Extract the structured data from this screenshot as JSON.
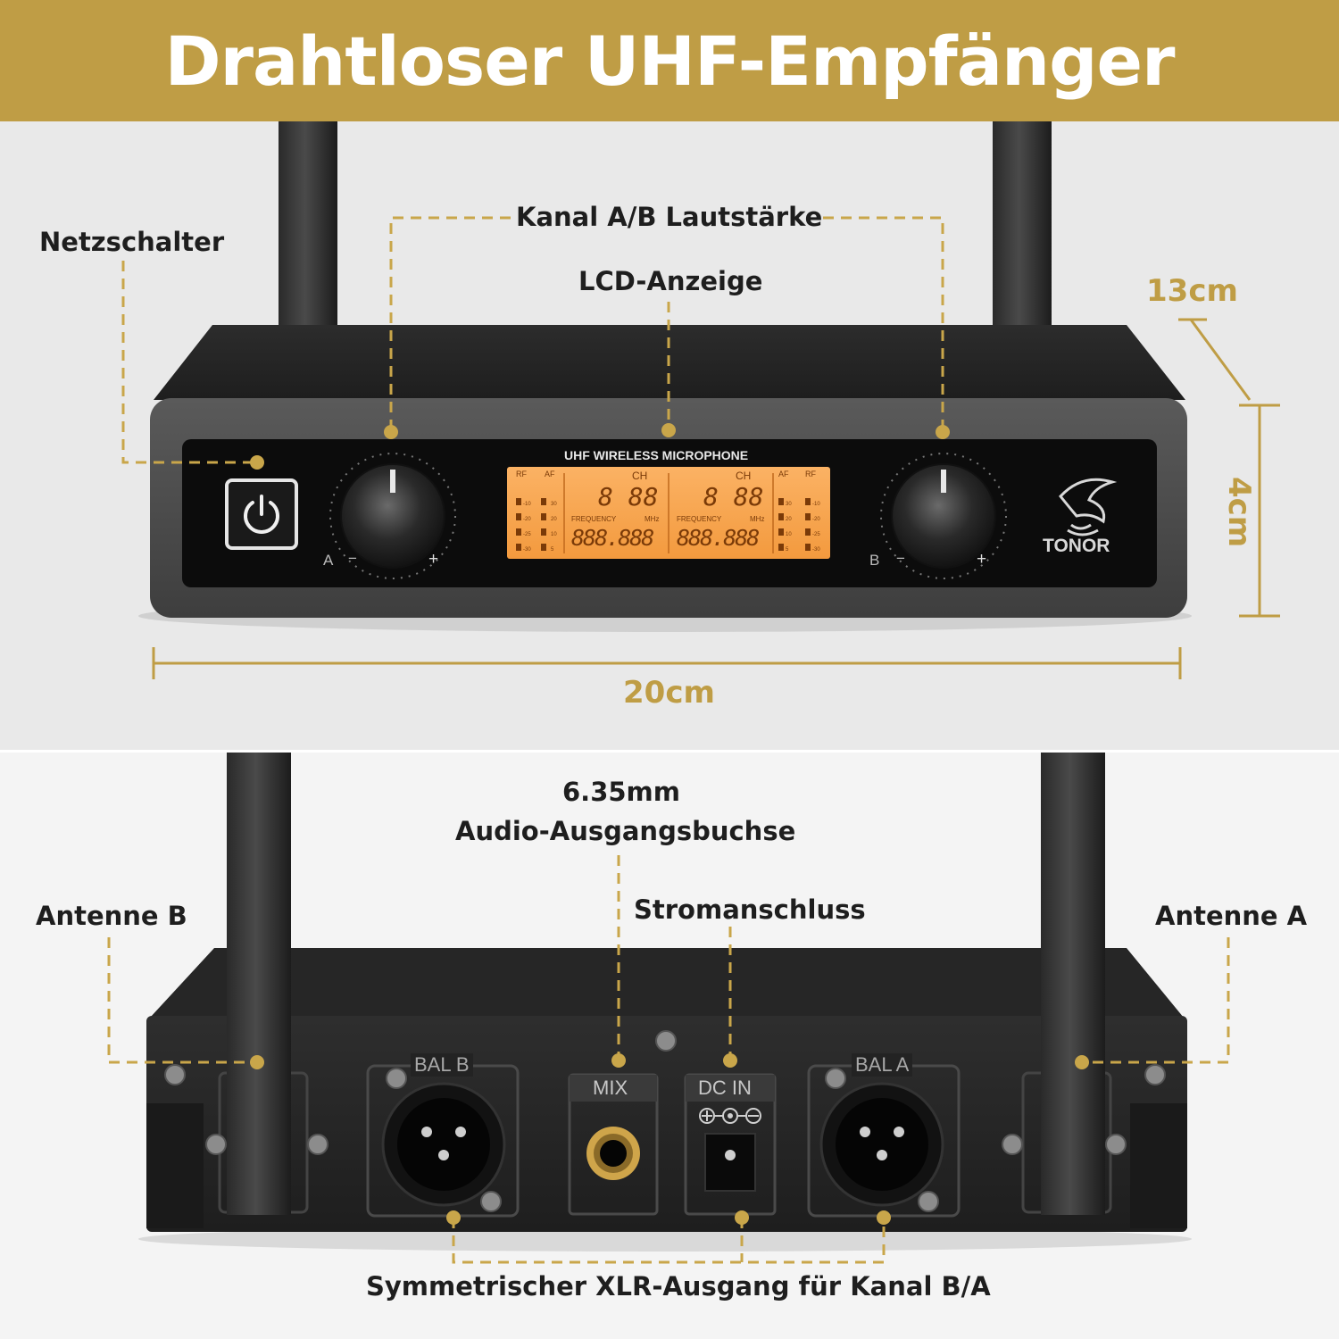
{
  "title": "Drahtloser UHF-Empfänger",
  "colors": {
    "accent": "#bf9d45",
    "lcd_orange": "#f7a04a",
    "device_dark": "#2b2b2b",
    "label_text": "#1e1e1e"
  },
  "front": {
    "labels": {
      "power_switch": "Netzschalter",
      "volume": "Kanal A/B Lautstärke",
      "lcd": "LCD-Anzeige"
    },
    "dimensions": {
      "depth": "13cm",
      "height": "4cm",
      "width": "20cm"
    },
    "device_text": {
      "header": "UHF WIRELESS MICROPHONE",
      "brand": "TONOR",
      "knob_a": "A",
      "knob_b": "B",
      "minus": "−",
      "plus": "+"
    },
    "lcd_text": {
      "rf": "RF",
      "af": "AF",
      "ch": "CH",
      "frequency": "FREQUENCY",
      "mhz": "MHz",
      "digits_ch": "8 88",
      "digits_freq": "888.888",
      "scale": [
        "-10",
        "-20",
        "-25",
        "-30"
      ],
      "af_scale": [
        "30",
        "20",
        "10",
        "5"
      ]
    },
    "icons": [
      "power-icon",
      "tonor-logo-icon"
    ]
  },
  "back": {
    "labels": {
      "audio_out_line1": "6.35mm",
      "audio_out_line2": "Audio-Ausgangsbuchse",
      "power_in": "Stromanschluss",
      "antenna_b": "Antenne B",
      "antenna_a": "Antenne A",
      "xlr": "Symmetrischer XLR-Ausgang für Kanal B/A"
    },
    "device_text": {
      "bal_b": "BAL B",
      "bal_a": "BAL A",
      "mix": "MIX",
      "dc_in": "DC IN"
    },
    "icons": [
      "xlr-connector-icon",
      "jack-socket-icon",
      "dc-socket-icon",
      "polarity-icon"
    ]
  }
}
